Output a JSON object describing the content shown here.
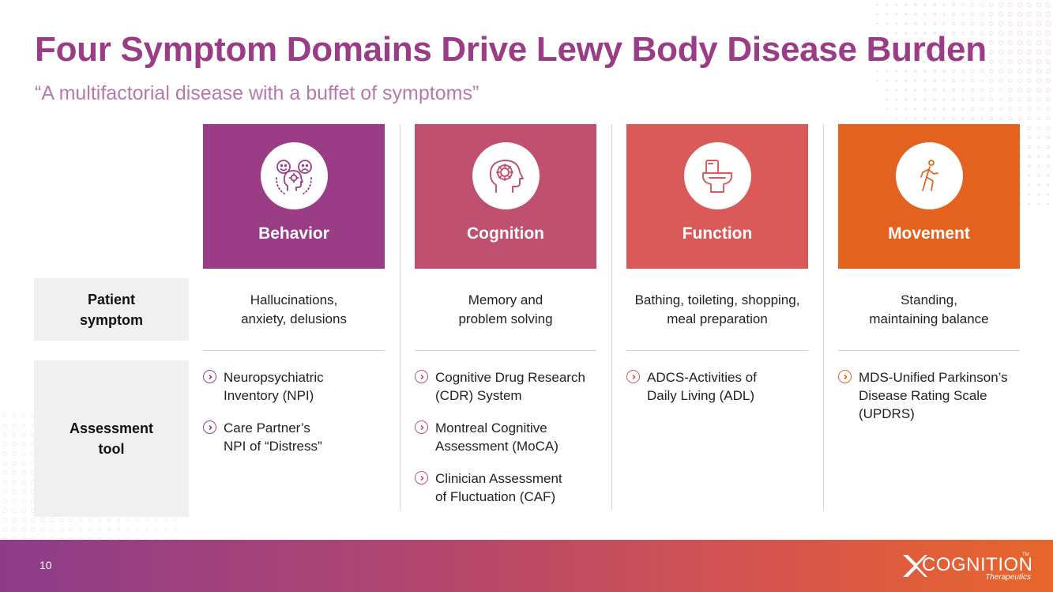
{
  "header": {
    "title": "Four Symptom Domains Drive Lewy Body Disease Burden",
    "subtitle": "“A multifactorial disease with a buffet of symptoms”"
  },
  "row_labels": {
    "symptom": [
      "Patient",
      "symptom"
    ],
    "tool": [
      "Assessment",
      "tool"
    ]
  },
  "domains": [
    {
      "label": "Behavior",
      "color": "#9a3d86",
      "icon": "behavior-faces-icon",
      "symptom": [
        "Hallucinations,",
        "anxiety, delusions"
      ],
      "tools": [
        [
          "Neuropsychiatric",
          "Inventory (NPI)"
        ],
        [
          "Care Partner’s",
          "NPI of “Distress”"
        ]
      ]
    },
    {
      "label": "Cognition",
      "color": "#c0506f",
      "icon": "head-gear-icon",
      "symptom": [
        "Memory and",
        "problem solving"
      ],
      "tools": [
        [
          "Cognitive Drug Research",
          "(CDR) System"
        ],
        [
          "Montreal Cognitive",
          "Assessment (MoCA)"
        ],
        [
          "Clinician Assessment",
          "of Fluctuation (CAF)"
        ]
      ]
    },
    {
      "label": "Function",
      "color": "#da5a5a",
      "icon": "toilet-icon",
      "symptom": [
        "Bathing, toileting, shopping,",
        "meal preparation"
      ],
      "tools": [
        [
          "ADCS-Activities of",
          "Daily Living (ADL)"
        ]
      ]
    },
    {
      "label": "Movement",
      "color": "#e4621f",
      "icon": "walking-person-icon",
      "symptom": [
        "Standing,",
        "maintaining balance"
      ],
      "tools": [
        [
          "MDS-Unified Parkinson’s",
          "Disease Rating Scale",
          "(UPDRS)"
        ]
      ]
    }
  ],
  "footer": {
    "page_number": "10",
    "logo_word": "COGNITION",
    "logo_tm": "TM",
    "logo_sub": "Therapeutics"
  }
}
